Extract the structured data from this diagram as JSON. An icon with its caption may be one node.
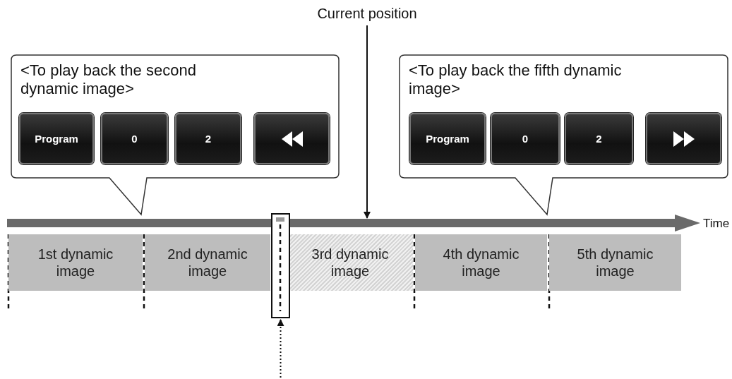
{
  "diagram": {
    "nodes": [
      {
        "text": [
          "<To play back the second dynamic image>"
        ]
      },
      {
        "text": [
          "Program"
        ],
        "in": 0
      },
      {
        "text": [
          "0"
        ],
        "in": 0
      },
      {
        "text": [
          "2"
        ],
        "in": 0
      },
      {
        "text": [],
        "shape": "box",
        "in": 0
      },
      {
        "text": [
          "<To play back the fifth dynamic image>"
        ]
      },
      {
        "text": [
          "Program"
        ],
        "in": 5
      },
      {
        "text": [
          "0"
        ],
        "in": 5
      },
      {
        "text": [
          "2"
        ],
        "in": 5
      },
      {
        "text": [],
        "shape": "box",
        "in": 5
      },
      {
        "text": [
          "Current position"
        ]
      },
      {
        "text": [],
        "shape": "bar",
        "beside": [
          "Time"
        ]
      },
      {
        "text": [
          "1st dynamic image"
        ]
      },
      {
        "text": [
          "2nd dynamic image"
        ]
      },
      {
        "text": [
          "3rd dynamic image"
        ]
      },
      {
        "text": [
          "4th dynamic image"
        ]
      },
      {
        "text": [
          "5th dynamic image"
        ]
      },
      {
        "text": [],
        "shape": "box"
      }
    ],
    "edges": [
      {
        "from": 10,
        "to": 11,
        "arrow": "to"
      },
      {
        "from": null,
        "to": 17,
        "arrow": "to",
        "style": "dashed"
      }
    ]
  }
}
